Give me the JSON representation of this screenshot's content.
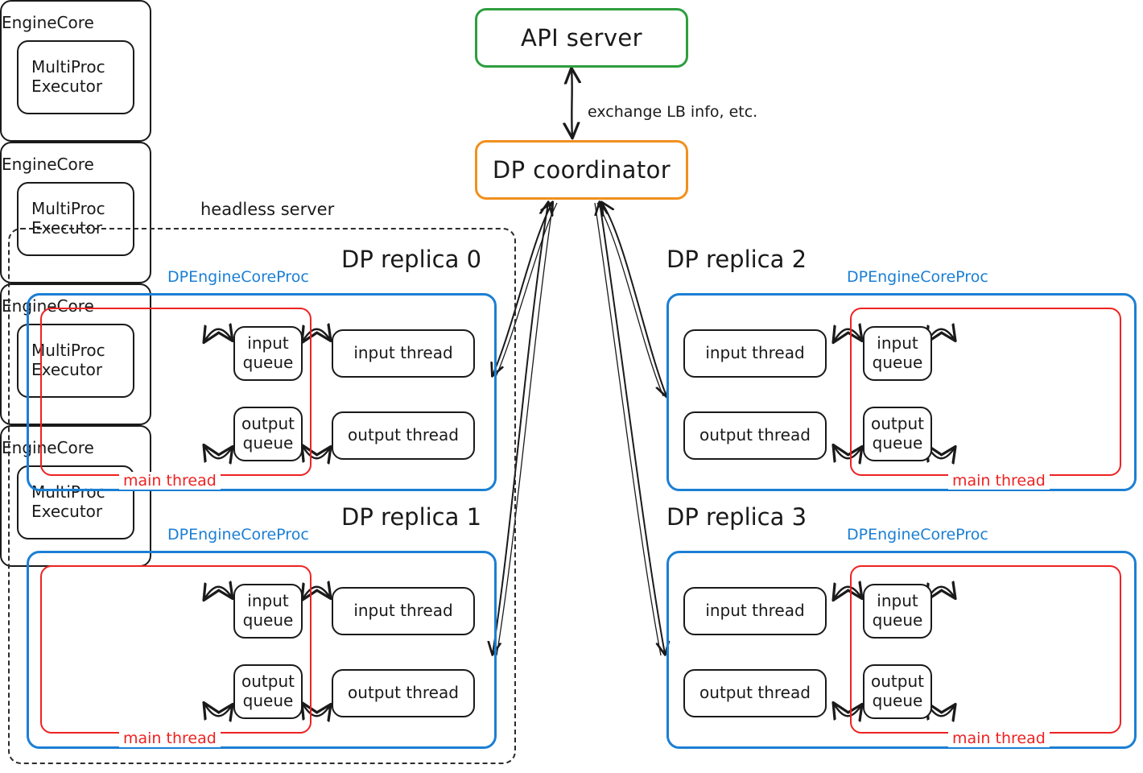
{
  "diagram": {
    "title_nodes": {
      "api_server": "API server",
      "dp_coordinator": "DP coordinator"
    },
    "edge_labels": {
      "coordinator_api": "exchange LB info, etc."
    },
    "group_labels": {
      "headless_server": "headless server",
      "proc_label": "DPEngineCoreProc",
      "main_thread": "main thread"
    },
    "node_labels": {
      "engine_core": "EngineCore",
      "multiproc_executor": "MultiProc\nExecutor",
      "input_queue": "input\nqueue",
      "output_queue": "output\nqueue",
      "input_thread": "input thread",
      "output_thread": "output thread"
    },
    "replicas": [
      {
        "title": "DP replica 0",
        "proc": "DPEngineCoreProc",
        "main_thread": "main thread",
        "orientation": "left"
      },
      {
        "title": "DP replica 1",
        "proc": "DPEngineCoreProc",
        "main_thread": "main thread",
        "orientation": "left"
      },
      {
        "title": "DP replica 2",
        "proc": "DPEngineCoreProc",
        "main_thread": "main thread",
        "orientation": "right"
      },
      {
        "title": "DP replica 3",
        "proc": "DPEngineCoreProc",
        "main_thread": "main thread",
        "orientation": "right"
      }
    ],
    "colors": {
      "api_server_border": "#2e9e3e",
      "coordinator_border": "#f0901e",
      "proc_border": "#1b7fd4",
      "main_thread_border": "#ee2222",
      "node_border": "#1a1a1a",
      "headless_border": "#2b2b2b",
      "background": "#ffffff"
    }
  }
}
